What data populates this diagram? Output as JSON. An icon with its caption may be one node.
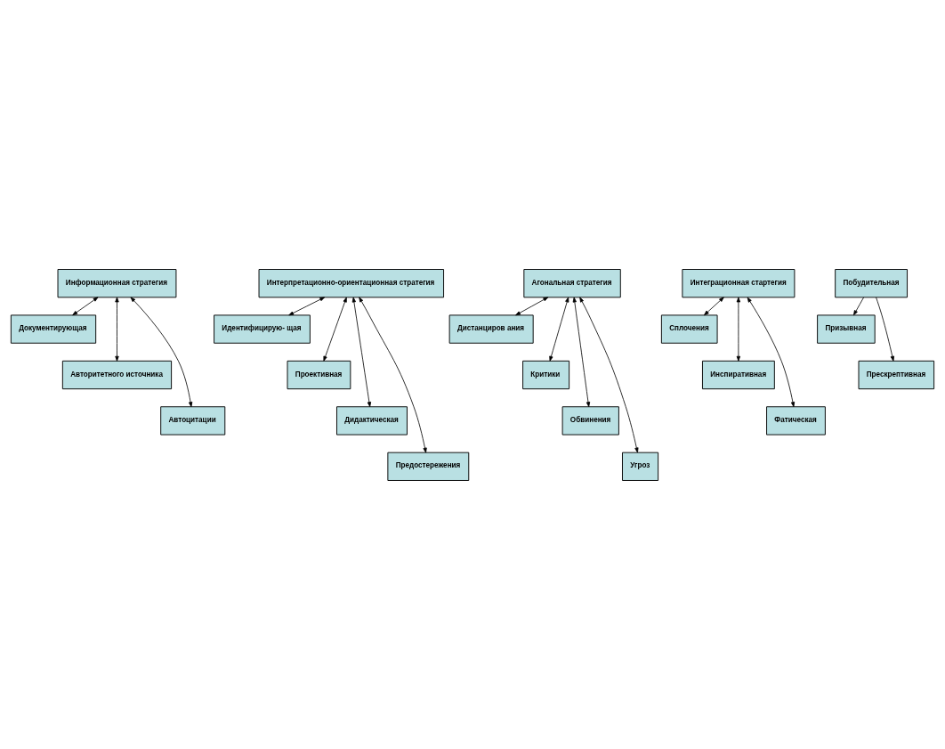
{
  "diagram": {
    "nodes": [
      {
        "text": [
          "Информационная стратегия"
        ]
      },
      {
        "text": [
          "Интерпретационно-ориентационная стратегия"
        ]
      },
      {
        "text": [
          "Агональная стратегия"
        ]
      },
      {
        "text": [
          "Интеграционная стартегия"
        ]
      },
      {
        "text": [
          "Побудительная"
        ]
      },
      {
        "text": [
          "Документирующая"
        ]
      },
      {
        "text": [
          "Идентифицирую- щая"
        ]
      },
      {
        "text": [
          "Дистанциров ания"
        ]
      },
      {
        "text": [
          "Сплочения"
        ]
      },
      {
        "text": [
          "Призывная"
        ]
      },
      {
        "text": [
          "Авторитетного источника"
        ]
      },
      {
        "text": [
          "Проективная"
        ]
      },
      {
        "text": [
          "Критики"
        ]
      },
      {
        "text": [
          "Инспиративная"
        ]
      },
      {
        "text": [
          "Прескрептивная"
        ]
      },
      {
        "text": [
          "Автоцитации"
        ]
      },
      {
        "text": [
          "Дидактическая"
        ]
      },
      {
        "text": [
          "Обвинения"
        ]
      },
      {
        "text": [
          "Фатическая"
        ]
      },
      {
        "text": [
          "Предостережения"
        ]
      },
      {
        "text": [
          "Угроз"
        ]
      }
    ],
    "edges": [
      {
        "from": 0,
        "to": 5,
        "arrow": "both"
      },
      {
        "from": 0,
        "to": 10,
        "arrow": "both"
      },
      {
        "from": 0,
        "to": 15,
        "arrow": "both"
      },
      {
        "from": 1,
        "to": 6,
        "arrow": "both"
      },
      {
        "from": 1,
        "to": 11,
        "arrow": "both"
      },
      {
        "from": 1,
        "to": 16,
        "arrow": "both"
      },
      {
        "from": 1,
        "to": 19,
        "arrow": "both"
      },
      {
        "from": 2,
        "to": 7,
        "arrow": "both"
      },
      {
        "from": 2,
        "to": 12,
        "arrow": "both"
      },
      {
        "from": 2,
        "to": 17,
        "arrow": "both"
      },
      {
        "from": 2,
        "to": 20,
        "arrow": "both"
      },
      {
        "from": 3,
        "to": 8,
        "arrow": "both"
      },
      {
        "from": 3,
        "to": 13,
        "arrow": "both"
      },
      {
        "from": 3,
        "to": 18,
        "arrow": "both"
      },
      {
        "from": 4,
        "to": 9,
        "arrow": "to"
      },
      {
        "from": 4,
        "to": 14,
        "arrow": "to"
      }
    ]
  }
}
